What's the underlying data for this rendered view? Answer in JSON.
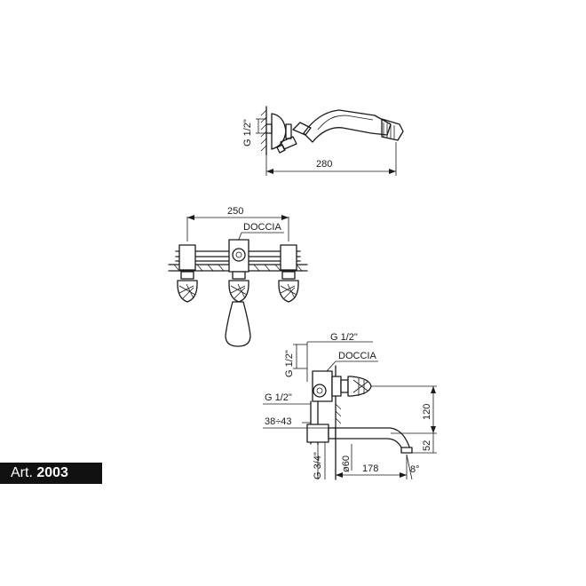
{
  "article": {
    "prefix": "Art.",
    "number": "2003"
  },
  "hand_shower": {
    "thread_label": "G 1/2\"",
    "length_label": "280"
  },
  "front_view": {
    "width_label": "250",
    "outlet_label": "DOCCIA"
  },
  "side_view": {
    "top_thread_label": "G 1/2\"",
    "vertical_thread_label": "G 1/2\"",
    "outlet_label": "DOCCIA",
    "inlet_thread_label": "G 1/2\"",
    "height_label": "120",
    "adjust_range_label": "38÷43",
    "spout_height_label": "52",
    "diameter_label": "ø60",
    "spout_length_label": "178",
    "bottom_thread_label": "G 3/4\"",
    "angle_label": "8°"
  },
  "colors": {
    "line": "#1a1a1a",
    "label_bg": "#111111",
    "label_text": "#ffffff"
  }
}
